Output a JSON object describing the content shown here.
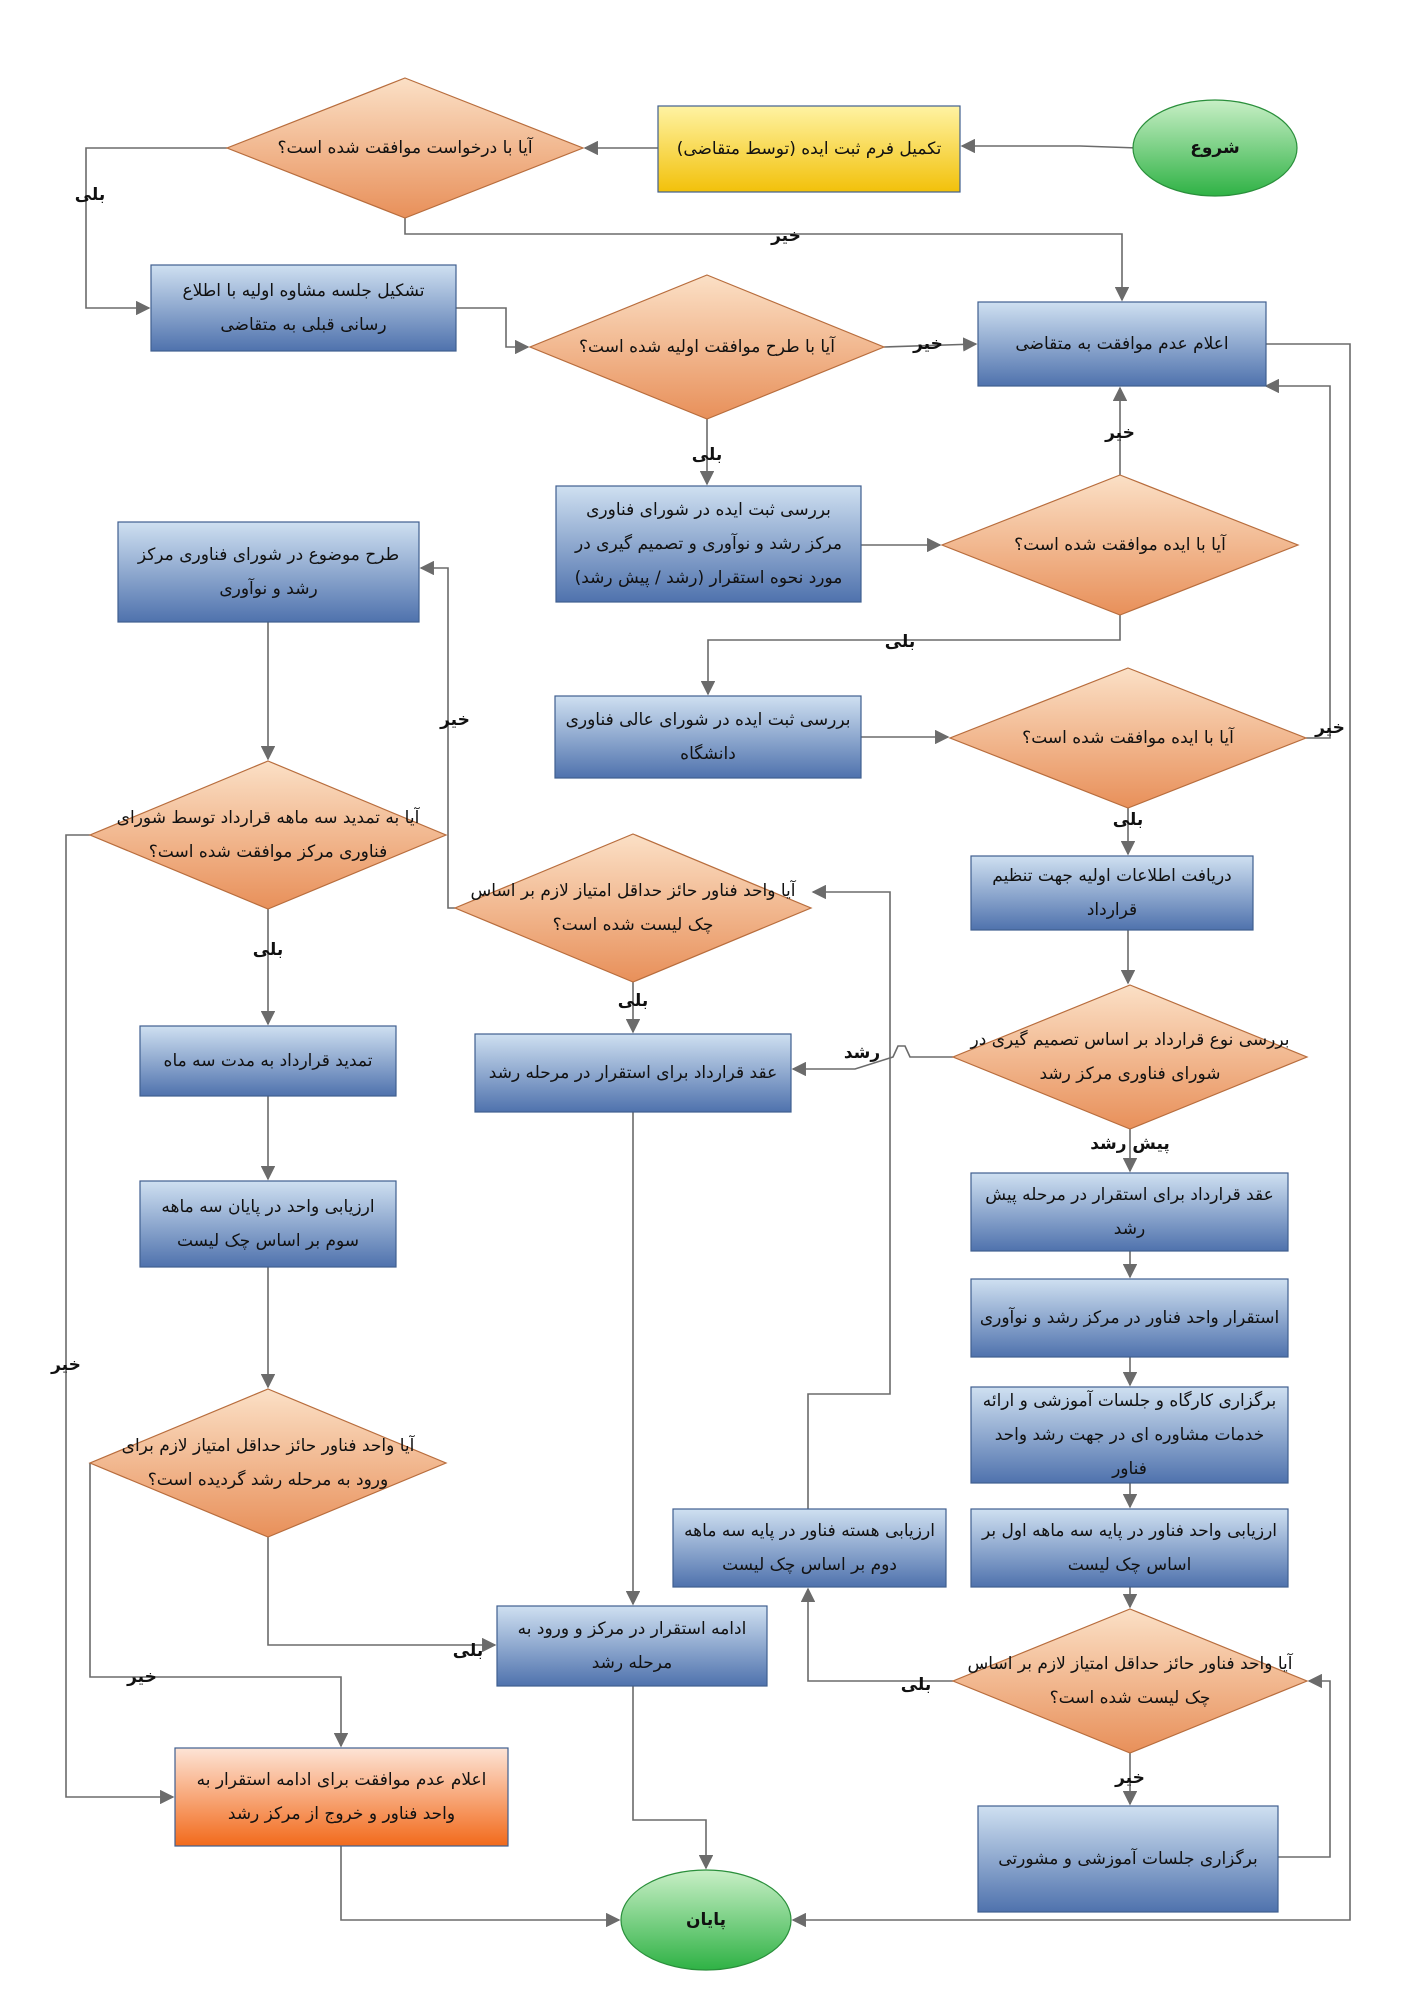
{
  "nodes": {
    "start": {
      "lines": [
        "شروع"
      ]
    },
    "fill_form": {
      "lines": [
        "تکمیل فرم ثبت ایده (توسط متقاضی)"
      ]
    },
    "d_request": {
      "lines": [
        "آیا با درخواست موافقت شده است؟"
      ]
    },
    "consult_meeting": {
      "lines": [
        "تشکیل جلسه مشاوه اولیه با اطلاع",
        "رسانی قبلی به متقاضی"
      ]
    },
    "d_initial": {
      "lines": [
        "آیا با طرح موافقت اولیه شده است؟"
      ]
    },
    "notify_reject": {
      "lines": [
        "اعلام عدم موافقت به متقاضی"
      ]
    },
    "review_council": {
      "lines": [
        "بررسی ثبت ایده در شورای فناوری",
        "مرکز رشد و نوآوری و تصمیم گیری در",
        "مورد نحوه استقرار (رشد / پیش رشد)"
      ]
    },
    "d_idea1": {
      "lines": [
        "آیا با ایده موافقت شده است؟"
      ]
    },
    "review_high": {
      "lines": [
        "بررسی ثبت ایده در شورای عالی فناوری",
        "دانشگاه"
      ]
    },
    "d_idea2": {
      "lines": [
        "آیا با ایده موافقت شده است؟"
      ]
    },
    "receive_info": {
      "lines": [
        "دریافت اطلاعات اولیه جهت تنظیم",
        "قرارداد"
      ]
    },
    "d_contract_type": {
      "lines": [
        "بررسی نوع قرارداد بر اساس تصمیم گیری در",
        "شورای فناوری مرکز رشد"
      ]
    },
    "contract_pre": {
      "lines": [
        "عقد قرارداد برای استقرار در مرحله پیش",
        "رشد"
      ]
    },
    "settle_unit": {
      "lines": [
        "استقرار واحد فناور در مرکز رشد و نوآوری"
      ]
    },
    "workshops": {
      "lines": [
        "برگزاری کارگاه و جلسات آموزشی و ارائه",
        "خدمات مشاوره ای در جهت رشد واحد",
        "فناور"
      ]
    },
    "eval_first": {
      "lines": [
        "ارزیابی واحد فناور در پایه سه ماهه اول بر",
        "اساس چک لیست"
      ]
    },
    "d_check1": {
      "lines": [
        "آیا واحد فناور حائز حداقل امتیاز لازم بر اساس",
        "چک لیست شده است؟"
      ]
    },
    "training_sessions": {
      "lines": [
        "برگزاری جلسات آموزشی و مشورتی"
      ]
    },
    "eval_core": {
      "lines": [
        "ارزیابی هسته فناور در پایه سه ماهه",
        "دوم بر اساس چک لیست"
      ]
    },
    "d_check2": {
      "lines": [
        "آیا واحد فناور حائز حداقل امتیاز لازم بر اساس",
        "چک لیست شده است؟"
      ]
    },
    "contract_growth": {
      "lines": [
        "عقد قرارداد برای استقرار در مرحله رشد"
      ]
    },
    "propose_topic": {
      "lines": [
        "طرح موضوع در شورای فناوری مرکز",
        "رشد و نوآوری"
      ]
    },
    "d_extend": {
      "lines": [
        "آیا به تمدید سه ماهه قرارداد توسط شورای",
        "فناوری مرکز موافقت شده است؟"
      ]
    },
    "extend_contract": {
      "lines": [
        "تمدید قرارداد به مدت سه ماه"
      ]
    },
    "eval_third": {
      "lines": [
        "ارزیابی واحد در پایان سه ماهه",
        "سوم بر اساس چک لیست"
      ]
    },
    "d_growth_entry": {
      "lines": [
        "آیا واحد فناور حائز حداقل امتیاز لازم برای",
        "ورود به مرحله رشد گردیده است؟"
      ]
    },
    "continue_settle": {
      "lines": [
        "ادامه استقرار در مرکز و ورود به",
        "مرحله رشد"
      ]
    },
    "notify_exit": {
      "lines": [
        "اعلام عدم موافقت برای ادامه استقرار به",
        "واحد فناور و خروج از مرکز رشد"
      ]
    },
    "end": {
      "lines": [
        "پایان"
      ]
    }
  },
  "edge_labels": {
    "request_yes": "بلی",
    "request_no": "خیر",
    "initial_no": "خیر",
    "initial_yes": "بلی",
    "idea1_no": "خیر",
    "idea1_yes": "بلی",
    "idea2_no": "خیر",
    "idea2_yes": "بلی",
    "type_growth": "رشد",
    "type_pre": "پیش رشد",
    "check1_yes": "بلی",
    "check1_no": "خیر",
    "check2_yes": "بلی",
    "check2_no": "خیر",
    "extend_yes": "بلی",
    "extend_no": "خیر",
    "growth_yes": "بلی",
    "growth_no": "خیر"
  },
  "colors": {
    "process_top": "#cfe0f1",
    "process_bottom": "#4f72ad",
    "decision_top": "#fbe0c6",
    "decision_bottom": "#e8905a",
    "terminal_top": "#c8efc6",
    "terminal_bottom": "#2fb245",
    "form_top": "#fff3a3",
    "form_bottom": "#f2c10a",
    "exit_top": "#fde4d6",
    "exit_bottom": "#f26a1b",
    "edge": "#6b6b6b"
  }
}
